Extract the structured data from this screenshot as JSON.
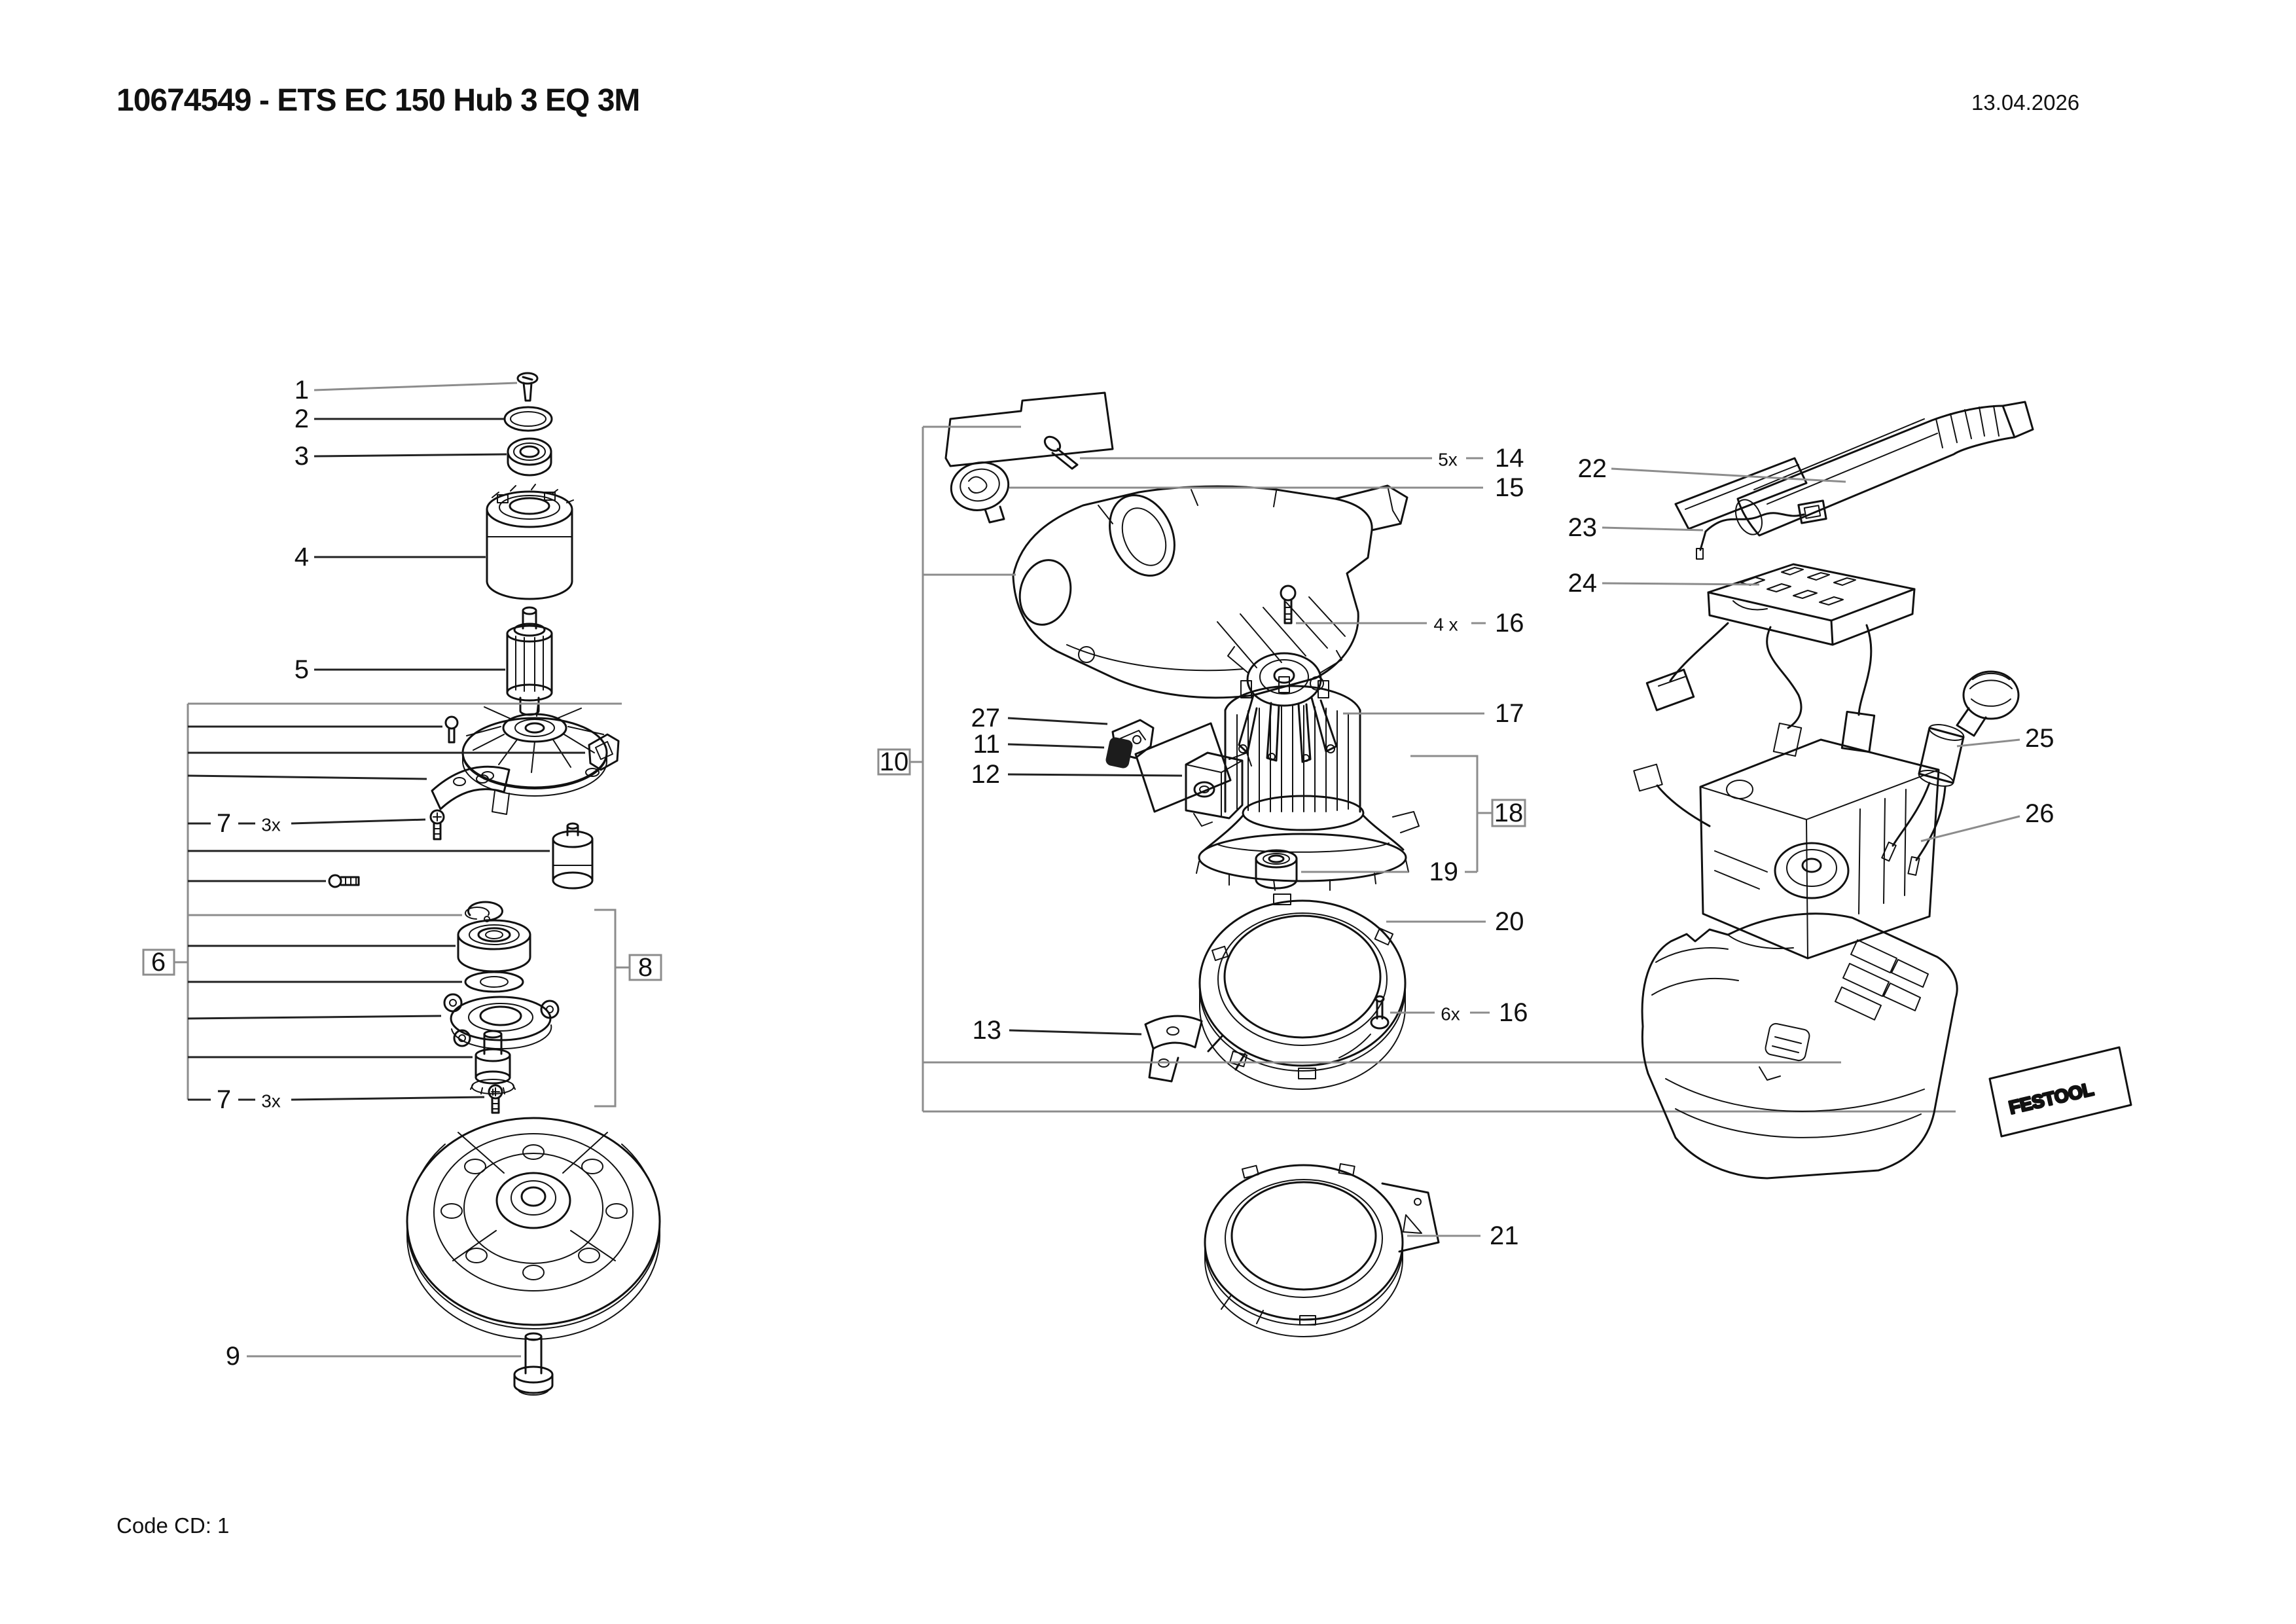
{
  "page": {
    "title": "10674549 - ETS EC 150 Hub 3 EQ 3M",
    "date": "13.04.2026",
    "code_line": "Code CD: 1"
  },
  "brand_sticker_text": "FESTOOL",
  "colors": {
    "background": "#ffffff",
    "drawing_line": "#111111",
    "leader_line": "#8c8c8c",
    "text": "#111111"
  },
  "callouts": {
    "n1": {
      "label": "1"
    },
    "n2": {
      "label": "2"
    },
    "n3": {
      "label": "3"
    },
    "n4": {
      "label": "4"
    },
    "n5": {
      "label": "5"
    },
    "g6": {
      "label": "6",
      "boxed": true
    },
    "n7a": {
      "label": "7",
      "qty": "3x"
    },
    "n7b": {
      "label": "7",
      "qty": "3x"
    },
    "g8": {
      "label": "8",
      "boxed": true
    },
    "n9": {
      "label": "9"
    },
    "g10": {
      "label": "10",
      "boxed": true
    },
    "n11": {
      "label": "11"
    },
    "n12": {
      "label": "12"
    },
    "n13": {
      "label": "13"
    },
    "n14": {
      "label": "14",
      "qty": "5x"
    },
    "n15": {
      "label": "15"
    },
    "n16a": {
      "label": "16",
      "qty": "4 x"
    },
    "n16b": {
      "label": "16",
      "qty": "6x"
    },
    "n17": {
      "label": "17"
    },
    "g18": {
      "label": "18",
      "boxed": true
    },
    "n19": {
      "label": "19"
    },
    "n20": {
      "label": "20"
    },
    "n21": {
      "label": "21"
    },
    "n22": {
      "label": "22"
    },
    "n23": {
      "label": "23"
    },
    "n24": {
      "label": "24"
    },
    "n25": {
      "label": "25"
    },
    "n26": {
      "label": "26"
    },
    "n27": {
      "label": "27"
    }
  },
  "parts": {
    "p1": "countersunk-screw",
    "p2": "o-ring",
    "p3": "ball-bearing",
    "p4": "stator",
    "p5": "rotor",
    "p6": "fan-flange",
    "p7": "pan-head-screw",
    "p8": "spindle-subassembly",
    "p9": "pad-screw",
    "pad": "sanding-pad",
    "p10": "housing-assembly",
    "p11": "rubber-grommet",
    "p12": "switch-block",
    "p13": "brake-segment",
    "p14": "locking-pin",
    "p15": "cap",
    "p16": "machine-screw",
    "p17": "brush-holder-spider",
    "p18": "motor-with-baffle",
    "p19": "small-bearing",
    "p20": "clamp-ring",
    "p21": "protector-ring",
    "p22": "exhaust-tube",
    "p23": "sensor-wire",
    "p24": "wiring-module",
    "p25": "plug-it-connector",
    "p26": "electronics-unit",
    "p27": "retainer-clip",
    "housing_body": "housing-body",
    "brand_sticker": "brand-sticker",
    "info_plate": "info-plate",
    "small_sticker": "label-sticker"
  }
}
